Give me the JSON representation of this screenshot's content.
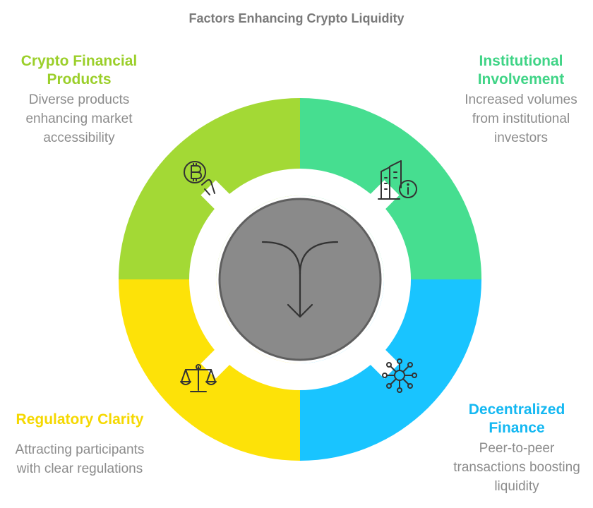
{
  "title": "Factors Enhancing Crypto Liquidity",
  "colors": {
    "green": "#a3d935",
    "teal": "#46de90",
    "blue": "#19c4ff",
    "yellow": "#fde208",
    "center": "#8a8a8a",
    "title": "#7a7a7a",
    "description": "#8c8c8c"
  },
  "segments": [
    {
      "heading": "Crypto Financial Products",
      "description": "Diverse products enhancing market accessibility",
      "icon": "bitcoin-hand-icon"
    },
    {
      "heading": "Institutional Involvement",
      "description": "Increased volumes from institutional investors",
      "icon": "building-info-icon"
    },
    {
      "heading": "Decentralized Finance",
      "description": "Peer-to-peer transactions boosting liquidity",
      "icon": "network-hub-icon"
    },
    {
      "heading": "Regulatory Clarity",
      "description": "Attracting participants with clear regulations",
      "icon": "scales-icon"
    }
  ],
  "center_icon": "split-arrow-icon"
}
